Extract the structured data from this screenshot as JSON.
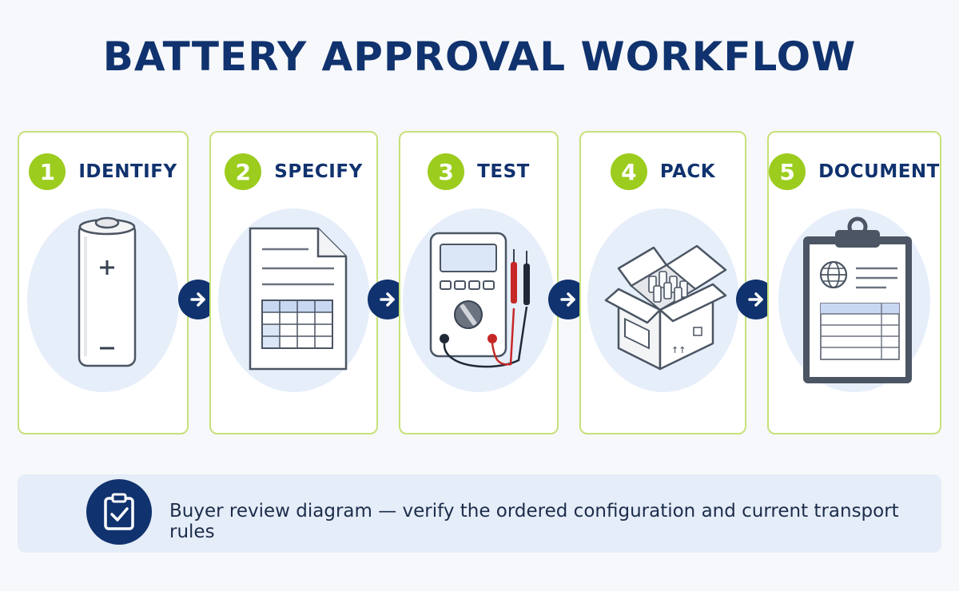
{
  "title": "BATTERY APPROVAL WORKFLOW",
  "steps": [
    {
      "number": "1",
      "label": "IDENTIFY",
      "icon": "battery-cell-icon"
    },
    {
      "number": "2",
      "label": "SPECIFY",
      "icon": "spec-sheet-icon"
    },
    {
      "number": "3",
      "label": "TEST",
      "icon": "multimeter-icon"
    },
    {
      "number": "4",
      "label": "PACK",
      "icon": "packaging-box-icon"
    },
    {
      "number": "5",
      "label": "DOCUMENT",
      "icon": "clipboard-document-icon"
    }
  ],
  "connector_icon": "arrow-right-icon",
  "footer": {
    "text": "Buyer review diagram — verify the ordered configuration and current transport rules",
    "icon": "clipboard-check-icon"
  },
  "colors": {
    "title": "#10326e",
    "accent_green": "#9ccc1e",
    "card_border": "#c6e17a",
    "navy": "#10326e",
    "illustration_bg": "#e6eefa",
    "footer_bg": "#e5edf9",
    "probe_red": "#c62828"
  }
}
